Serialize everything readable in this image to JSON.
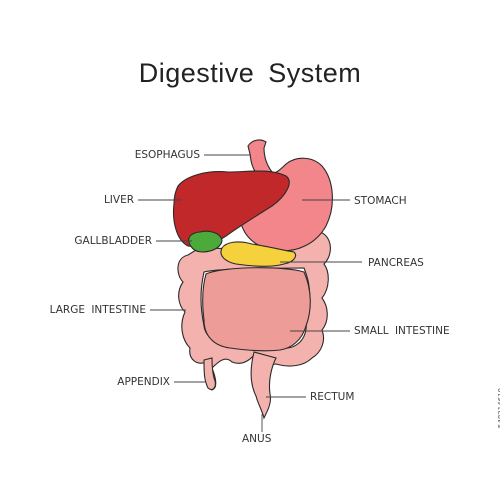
{
  "title": "Digestive  System",
  "labels": {
    "esophagus": "ESOPHAGUS",
    "liver": "LIVER",
    "gallbladder": "GALLBLADDER",
    "large_intestine": "LARGE  INTESTINE",
    "appendix": "APPENDIX",
    "anus": "ANUS",
    "stomach": "STOMACH",
    "pancreas": "PANCREAS",
    "small_intestine": "SMALL  INTESTINE",
    "rectum": "RECTUM"
  },
  "watermark": "548214610",
  "colors": {
    "liver": "#c0282a",
    "stomach": "#f2868a",
    "gallbladder": "#4caa3a",
    "pancreas": "#f5d23c",
    "intestine": "#f4b2ae",
    "outline": "#2a2a2a",
    "leader": "#444444"
  }
}
